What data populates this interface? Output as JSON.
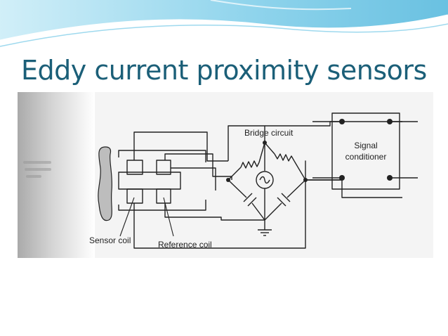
{
  "slide": {
    "title": "Eddy current proximity sensors"
  },
  "diagram": {
    "labels": {
      "bridge_circuit": "Bridge circuit",
      "signal": "Signal",
      "conditioner": "conditioner",
      "sensor_coil": "Sensor coil",
      "reference_coil": "Reference coil"
    },
    "colors": {
      "title": "#1b5f78",
      "accent_waves": "#5bbbe0",
      "ink": "#222222"
    }
  }
}
